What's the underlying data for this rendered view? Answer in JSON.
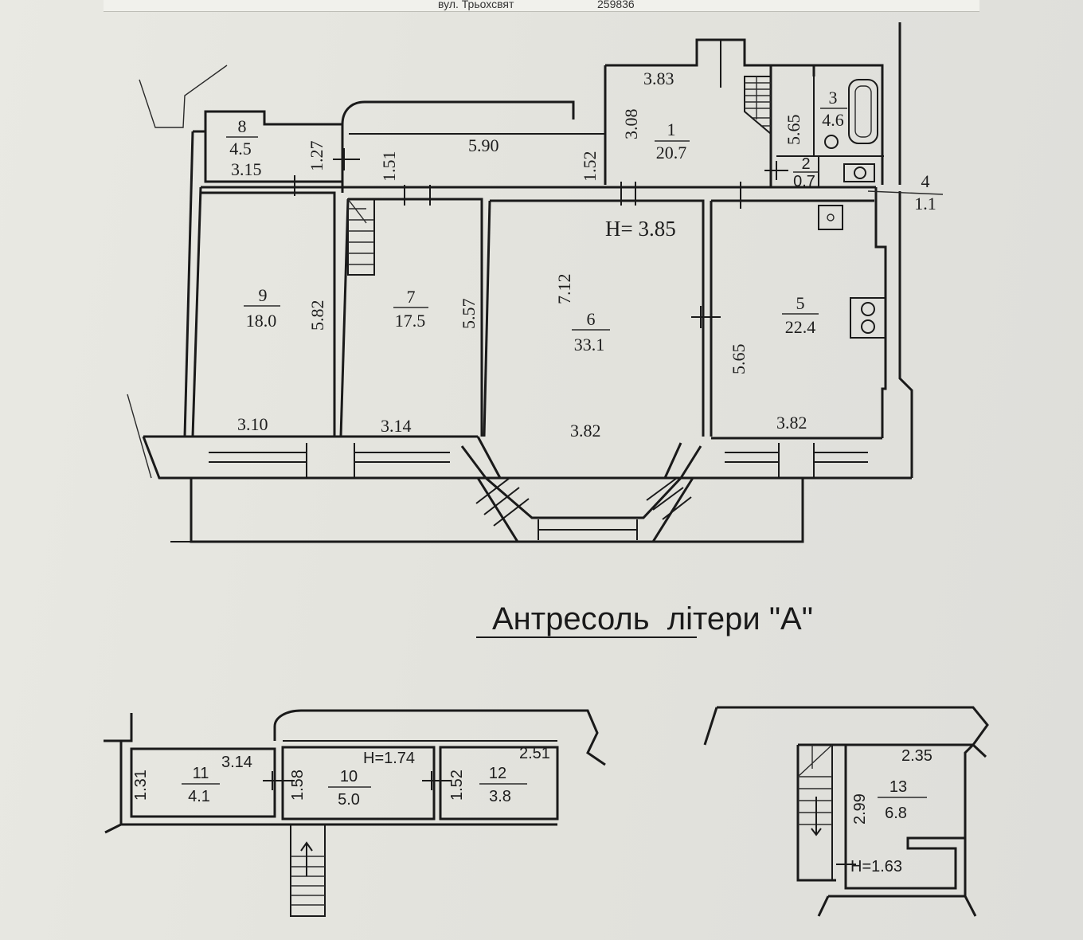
{
  "header_fragment": {
    "street": "вул. Трьохсвят",
    "code": "259836"
  },
  "plan": {
    "ceiling_height": "H= 3.85",
    "rooms": [
      {
        "id": "1",
        "number": "1",
        "area": "20.7"
      },
      {
        "id": "2",
        "number": "2",
        "area": "0.7"
      },
      {
        "id": "3",
        "number": "3",
        "area": "4.6"
      },
      {
        "id": "4",
        "number": "4",
        "area": "1.1"
      },
      {
        "id": "5",
        "number": "5",
        "area": "22.4"
      },
      {
        "id": "6",
        "number": "6",
        "area": "33.1"
      },
      {
        "id": "7",
        "number": "7",
        "area": "17.5"
      },
      {
        "id": "8",
        "number": "8",
        "area": "4.5"
      },
      {
        "id": "9",
        "number": "9",
        "area": "18.0"
      }
    ],
    "dimensions": {
      "d383": "3.83",
      "d308": "3.08",
      "d565a": "5.65",
      "d590": "5.90",
      "d151": "1.51",
      "d152": "1.52",
      "d127": "1.27",
      "d315": "3.15",
      "d582": "5.82",
      "d557": "5.57",
      "d712": "7.12",
      "d565b": "5.65",
      "d310": "3.10",
      "d314": "3.14",
      "d382a": "3.82",
      "d382b": "3.82"
    }
  },
  "mezzanine": {
    "title": "Антресоль  літери \"А\"",
    "left_height": "H=1.74",
    "right_height": "H=1.63",
    "rooms": [
      {
        "id": "10",
        "number": "10",
        "area": "5.0"
      },
      {
        "id": "11",
        "number": "11",
        "area": "4.1"
      },
      {
        "id": "12",
        "number": "12",
        "area": "3.8"
      },
      {
        "id": "13",
        "number": "13",
        "area": "6.8"
      }
    ],
    "dimensions": {
      "d131": "1.31",
      "d314": "3.14",
      "d158": "1.58",
      "d152": "1.52",
      "d251": "2.51",
      "d235": "2.35",
      "d299": "2.99"
    }
  }
}
